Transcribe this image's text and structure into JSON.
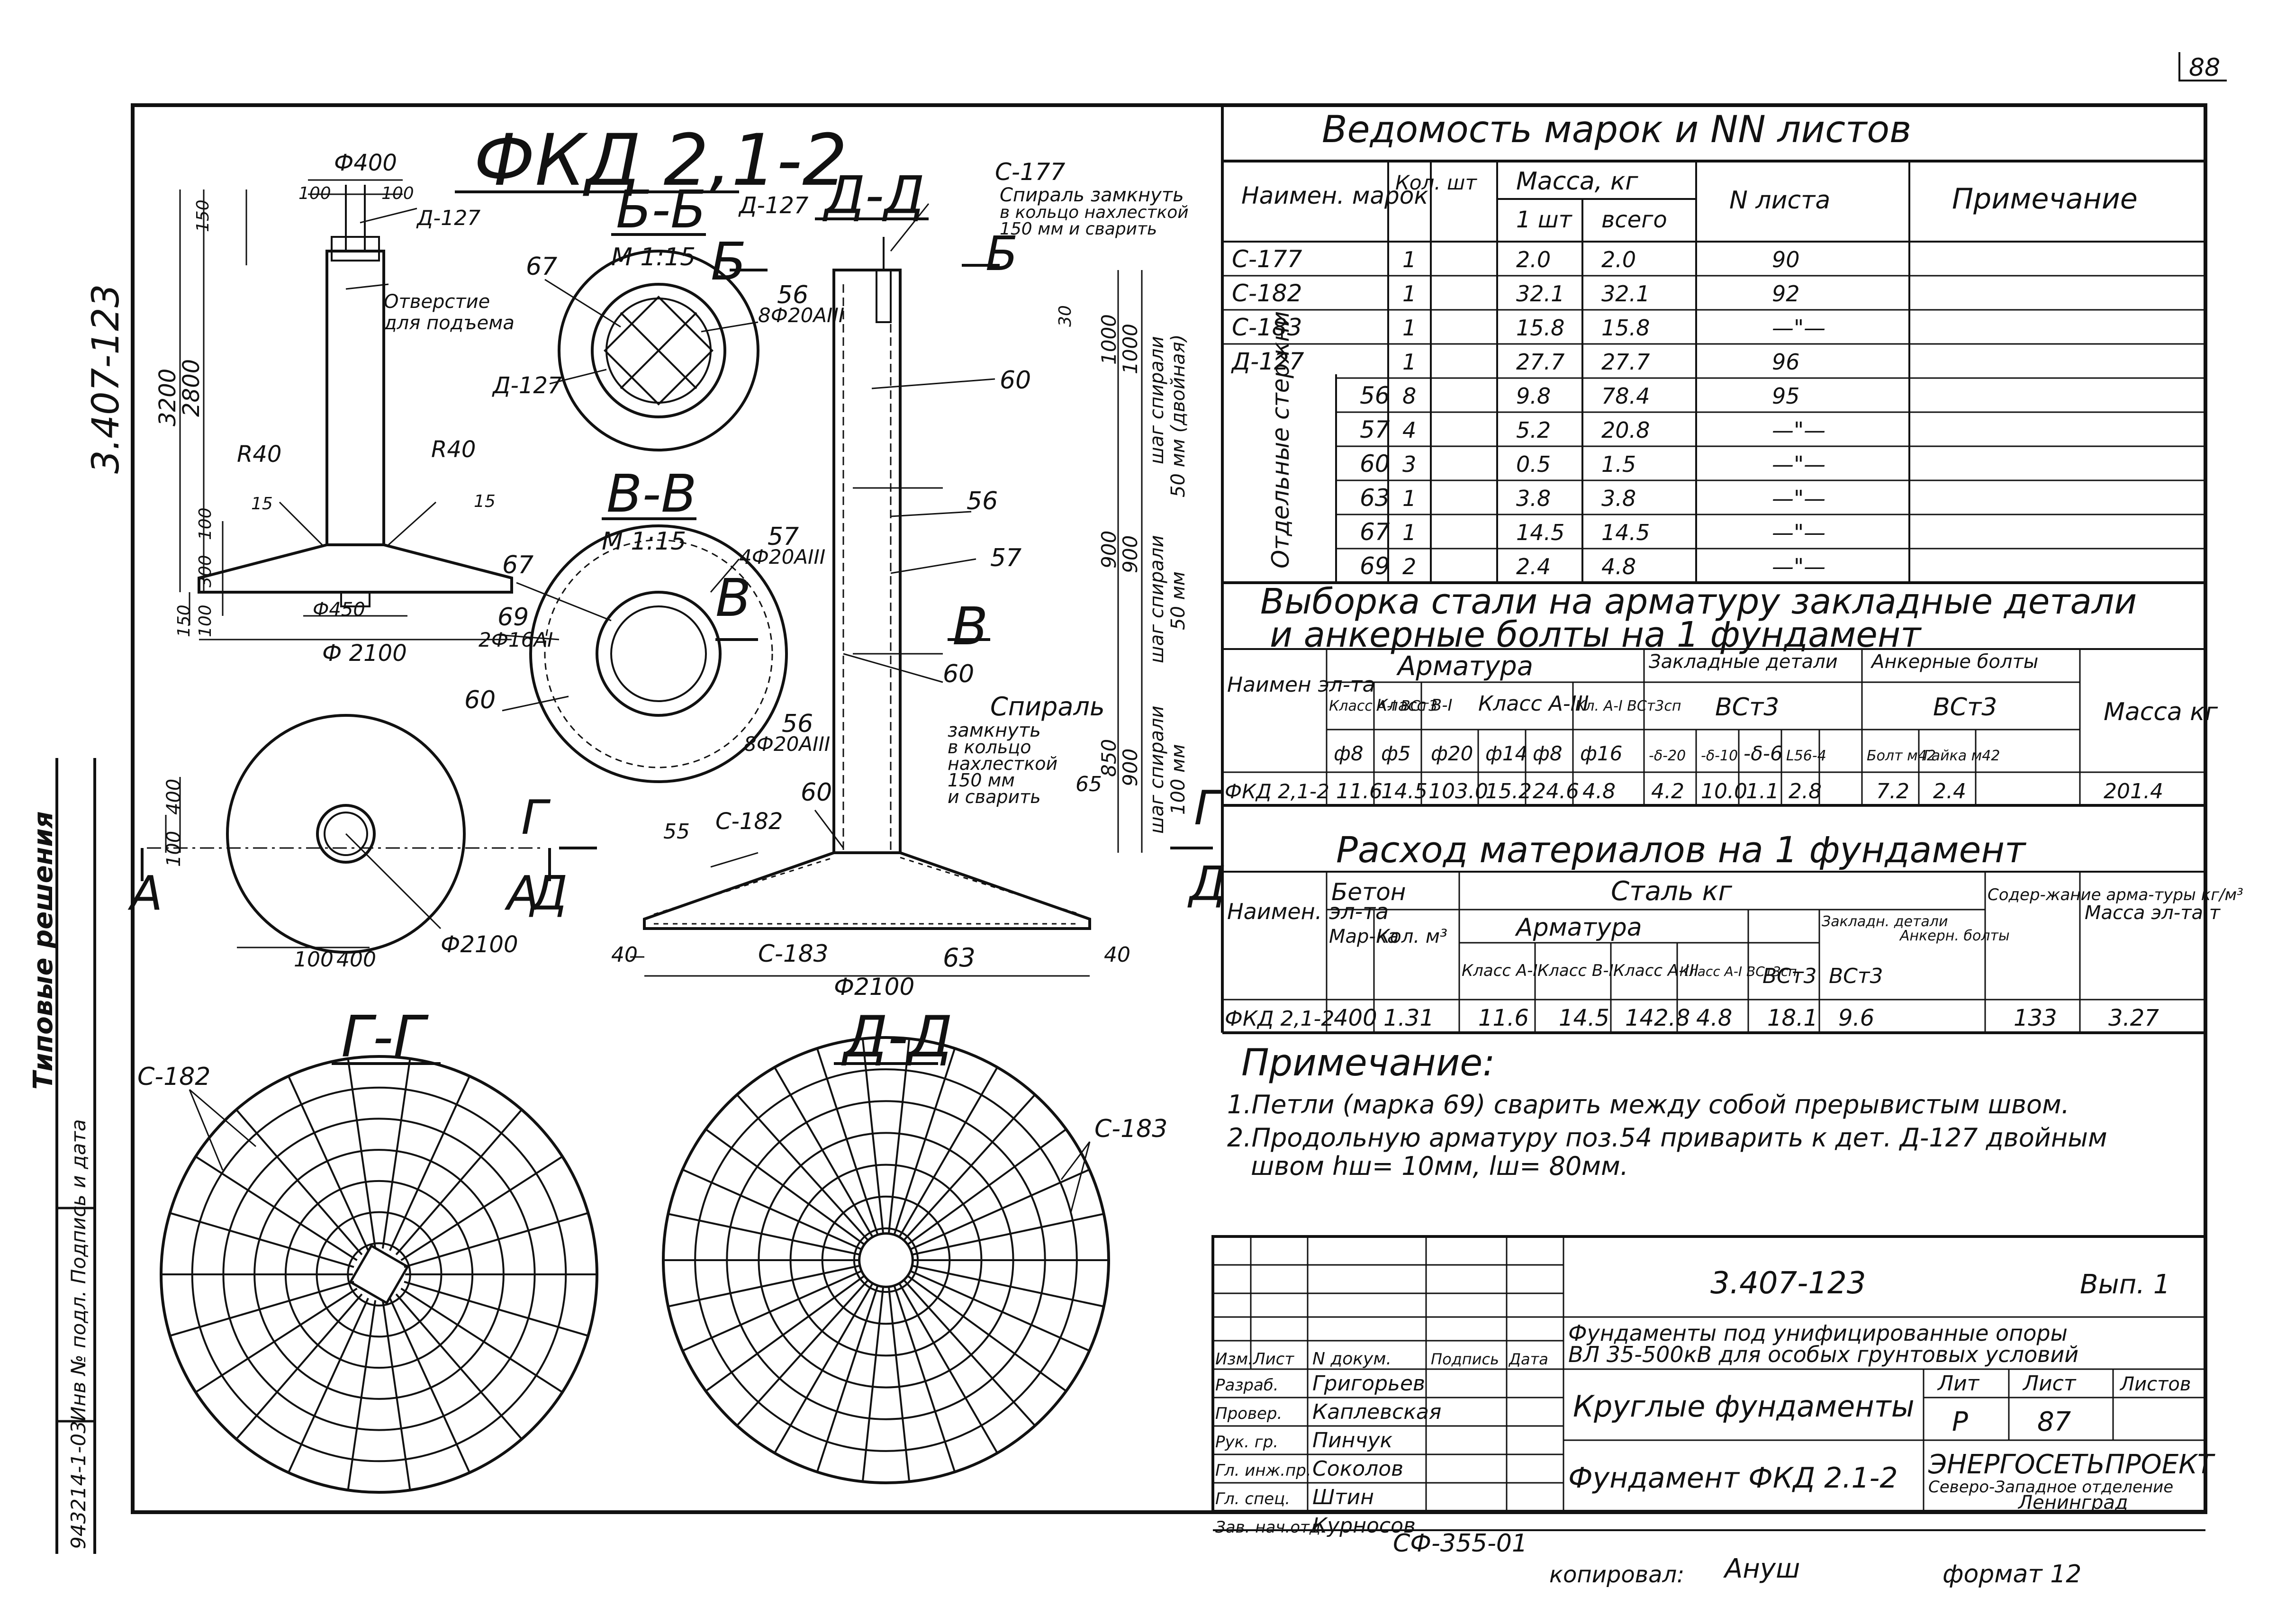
{
  "sheet_corner_no": "88",
  "side_code": "3.407-123",
  "side_note": "Типовые решения",
  "side_inv": "Инв № подл. Подпись и дата",
  "side_inv_no": "943214-1-03",
  "title": "ФКД 2,1-2",
  "views": {
    "bb": {
      "name": "Б-Б",
      "scale": "М 1:15"
    },
    "vv": {
      "name": "В-В",
      "scale": "М 1:15"
    },
    "dd_top": {
      "name": "Д-Д"
    },
    "gg": {
      "name": "Г-Г"
    },
    "dd_bottom": {
      "name": "Д-Д"
    }
  },
  "labels": {
    "d400": "Ф400",
    "d100a": "100",
    "d100b": "100",
    "d127": "Д-127",
    "hole": "Отверстие",
    "hole2": "для подъема",
    "h3200": "3200",
    "h2800": "2800",
    "h150": "150",
    "r40a": "R40",
    "r40b": "R40",
    "l15a": "15",
    "l15b": "15",
    "h100": "100",
    "h300": "300",
    "h100b": "100",
    "h150b": "150",
    "d450": "Ф450",
    "d2100": "Ф 2100",
    "p67a": "67",
    "p56a": "56",
    "p8f20": "8Ф20АIII",
    "p67b": "67",
    "p57a": "57",
    "p4f20": "4Ф20АIII",
    "p69": "69",
    "p2f16": "2Ф16АI",
    "p60a": "60",
    "p56b": "56",
    "p8f20b": "8Ф20АIII",
    "p60b": "60",
    "p56c": "56",
    "p57b": "57",
    "p60c": "60",
    "p60d": "60",
    "c177": "С-177",
    "spiral1": "Спираль замкнуть",
    "spiral2": "в кольцо нахлесткой",
    "spiral3": "150 мм и сварить",
    "spiralB1": "Спираль",
    "spiralB2": "замкнуть",
    "spiralB3": "в кольцо",
    "spiralB4": "нахлесткой",
    "spiralB5": "150 мм",
    "spiralB6": "и сварить",
    "h30": "30",
    "h1000": "1000",
    "h1000b": "1000",
    "h900": "900",
    "h900b": "900",
    "h850": "850",
    "h900c": "900",
    "step1": "шаг спирали",
    "step1b": "50 мм (двойная)",
    "step2": "шаг спирали",
    "step2b": "50 мм",
    "step3": "шаг спирали",
    "step3b": "100 мм",
    "c182": "С-182",
    "c183": "С-183",
    "c63": "63",
    "d2100c": "Ф2100",
    "l40a": "40",
    "l40b": "40",
    "l55": "55",
    "l65": "65",
    "gA": "А",
    "gA2": "А",
    "gB": "Б",
    "gB2": "Б",
    "gV": "В",
    "gV2": "В",
    "gG": "Г",
    "gG2": "Г",
    "gD": "Д",
    "gD2": "Д",
    "l100c": "100",
    "l400c": "400",
    "l100d": "100",
    "l400d": "400",
    "d2100d": "Ф2100",
    "c182b": "С-182",
    "c183b": "С-183"
  },
  "vedomost": {
    "title": "Ведомость марок и NN листов",
    "headers": [
      "Наимен. марок",
      "Кол. шт",
      "Масса, кг",
      "1 шт",
      "всего",
      "N листа",
      "Примечание"
    ],
    "group": "Отдельные стержни",
    "rows": [
      [
        "С-177",
        "1",
        "2.0",
        "2.0",
        "90"
      ],
      [
        "С-182",
        "1",
        "32.1",
        "32.1",
        "92"
      ],
      [
        "С-183",
        "1",
        "15.8",
        "15.8",
        "—\"—"
      ],
      [
        "Д-127",
        "1",
        "27.7",
        "27.7",
        "96"
      ],
      [
        "56",
        "8",
        "9.8",
        "78.4",
        "95"
      ],
      [
        "57",
        "4",
        "5.2",
        "20.8",
        "—\"—"
      ],
      [
        "60",
        "3",
        "0.5",
        "1.5",
        "—\"—"
      ],
      [
        "63",
        "1",
        "3.8",
        "3.8",
        "—\"—"
      ],
      [
        "67",
        "1",
        "14.5",
        "14.5",
        "—\"—"
      ],
      [
        "69",
        "2",
        "2.4",
        "4.8",
        "—\"—"
      ]
    ]
  },
  "vyborka": {
    "title1": "Выборка стали на арматуру закладные детали",
    "title2": "и анкерные болты на 1 фундамент",
    "h_name": "Наимен эл-та",
    "h_arm": "Арматура",
    "h_zakl": "Закладные детали",
    "h_ank": "Анкерные болты",
    "h_bst3a": "ВСт3",
    "h_bst3b": "ВСт3",
    "h_mass": "Масса кг",
    "h_cls": [
      "Класс А-I ВСт3",
      "Класс В-I",
      "Класс А-III",
      "Кл. А-I ВСт3сп"
    ],
    "h_d": [
      "ф8",
      "ф5",
      "ф20",
      "ф14",
      "ф8",
      "ф16",
      "-δ-20",
      "-δ-10",
      "-δ-6",
      "L56-4",
      "Болт м42",
      "Гайка м42"
    ],
    "row": [
      "ФКД 2,1-2",
      "11.6",
      "14.5",
      "103.0",
      "15.2",
      "24.6",
      "4.8",
      "4.2",
      "10.0",
      "1.1",
      "2.8",
      "7.2",
      "2.4",
      "201.4"
    ]
  },
  "rashod": {
    "title": "Расход материалов на 1 фундамент",
    "h_name": "Наимен. эл-та",
    "h_beton": "Бетон",
    "h_marka": "Мар-ка",
    "h_kol": "Кол. м³",
    "h_stal": "Сталь кг",
    "h_arm": "Арматура",
    "h_cls": [
      "Класс А-I",
      "Класс В-I",
      "Класс А-III",
      "Класс А-I ВСт3сп"
    ],
    "h_zakl": "Закладн. детали",
    "h_ank": "Анкерн. болты",
    "h_zakl2": "ВСт3",
    "h_ank2": "ВСт3",
    "h_sod": "Содер-жание арма-туры кг/м³",
    "h_mass": "Масса эл-та т",
    "row": [
      "ФКД 2,1-2",
      "400",
      "1.31",
      "11.6",
      "14.5",
      "142.8",
      "4.8",
      "18.1",
      "9.6",
      "133",
      "3.27"
    ]
  },
  "notes": {
    "head": "Примечание:",
    "n1": "1.Петли (марка 69) сварить между собой прерывистым швом.",
    "n2": "2.Продольную арматуру поз.54 приварить к дет. Д-127 двойным",
    "n3": "швом hш= 10мм, lш= 80мм."
  },
  "stamp": {
    "code": "3.407-123",
    "vyp": "Вып. 1",
    "desc1": "Фундаменты под унифицированные опоры",
    "desc2": "ВЛ 35-500кВ для особых грунтовых условий",
    "name1": "Круглые фундаменты",
    "name2": "Фундамент ФКД 2.1-2",
    "lit": "Лит",
    "list": "Лист",
    "listov": "Листов",
    "lit_v": "Р",
    "list_v": "87",
    "org1": "ЭНЕРГОСЕТЬПРОЕКТ",
    "org2": "Северо-Западное отделение",
    "org3": "Ленинград",
    "cols": [
      "Изм.",
      "Лист",
      "N докум.",
      "Подпись",
      "Дата"
    ],
    "people": [
      [
        "Разраб.",
        "Григорьев"
      ],
      [
        "Провер.",
        "Каплевская"
      ],
      [
        "Рук. гр.",
        "Пинчук"
      ],
      [
        "Гл. инж.пр.",
        "Соколов"
      ],
      [
        "Гл. спец.",
        "Штин"
      ],
      [
        "Зав. нач.отд.",
        "Курносов"
      ]
    ],
    "under": "СФ-355-01",
    "copied_lbl": "копировал:",
    "copied_val": "Ануш",
    "format_lbl": "формат 12"
  }
}
